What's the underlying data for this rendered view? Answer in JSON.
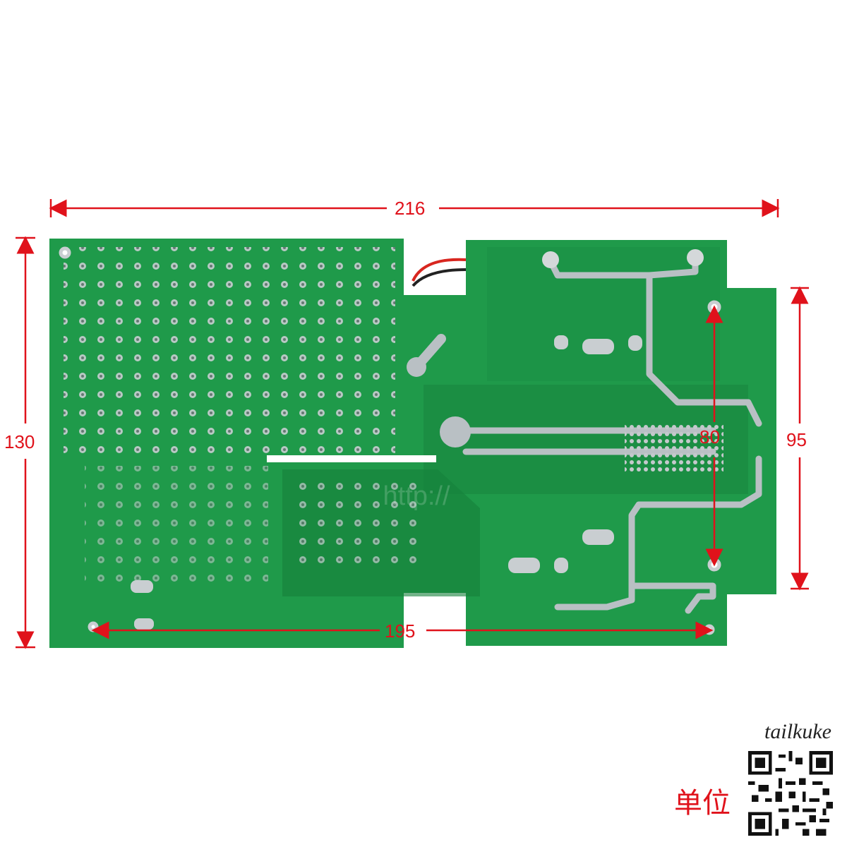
{
  "dimensions": {
    "overall_width": "216",
    "overall_height": "130",
    "mount_hole_span_width": "195",
    "mount_hole_span_height": "80",
    "right_section_height": "95"
  },
  "brand": {
    "name": "tailkuke"
  },
  "unit_label": "单位",
  "colors": {
    "dimension_line": "#e0121b",
    "pcb_green": "#1f9a4a",
    "pcb_dark": "#16803b",
    "copper_trace": "#b9c0c4",
    "background": "#ffffff"
  },
  "icons": {
    "qr": "qr-code-icon"
  }
}
